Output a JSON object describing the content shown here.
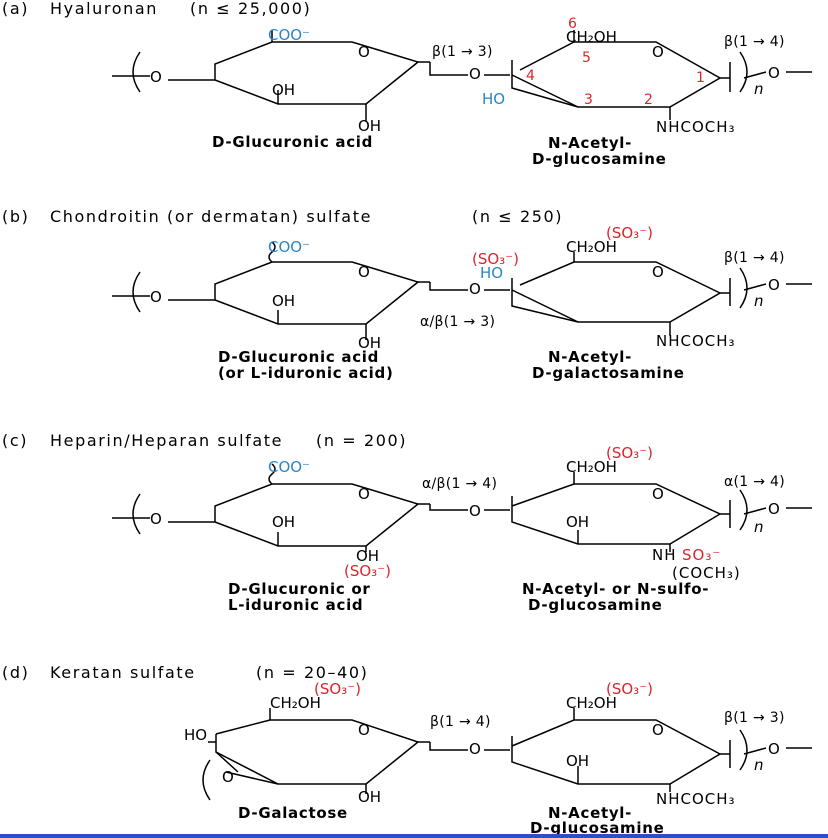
{
  "panels": [
    {
      "letter": "(a)",
      "title": "Hyaluronan",
      "repeat": "(n ≤ 25,000)",
      "uronic": {
        "carboxyl": "COO⁻",
        "ring_o": "O",
        "oh2": "OH",
        "oh3": "OH",
        "caption": [
          "D-Glucuronic acid"
        ]
      },
      "amino": {
        "ch2oh": "CH₂OH",
        "ring_o": "O",
        "c4_sub": "HO",
        "amide": "NHCOCH₃",
        "caption": [
          "N-Acetyl-",
          "D-glucosamine"
        ]
      },
      "link_between": "β(1 → 3)",
      "link_repeat": "β(1 → 4)",
      "bridge_o": "O",
      "left_o": "O",
      "right_o": "O",
      "subscript_n": "n",
      "carbon_numbers": [
        "6",
        "5",
        "4",
        "3",
        "2",
        "1"
      ]
    },
    {
      "letter": "(b)",
      "title": "Chondroitin (or dermatan) sulfate",
      "repeat": "(n ≤ 250)",
      "uronic": {
        "carboxyl": "COO⁻",
        "ring_o": "O",
        "oh2": "OH",
        "oh3": "OH",
        "caption": [
          "D-Glucuronic acid",
          "(or L-iduronic acid)"
        ]
      },
      "amino": {
        "sulfate_top": "(SO₃⁻)",
        "ch2oh": "CH₂OH",
        "ring_o": "O",
        "c4_sulfate": "(SO₃⁻)",
        "c4_sub": "HO",
        "amide": "NHCOCH₃",
        "caption": [
          "N-Acetyl-",
          "D-galactosamine"
        ]
      },
      "link_between": "α/β(1 → 3)",
      "link_repeat": "β(1 → 4)",
      "bridge_o": "O",
      "left_o": "O",
      "right_o": "O",
      "subscript_n": "n"
    },
    {
      "letter": "(c)",
      "title": "Heparin/Heparan sulfate",
      "repeat": "(n = 200)",
      "uronic": {
        "carboxyl": "COO⁻",
        "ring_o": "O",
        "oh2": "OH",
        "oh3": "OH",
        "sulfate": "(SO₃⁻)",
        "caption": [
          "D-Glucuronic or",
          "L-iduronic acid"
        ]
      },
      "amino": {
        "sulfate_top": "(SO₃⁻)",
        "ch2oh": "CH₂OH",
        "ring_o": "O",
        "oh3": "OH",
        "nh": "NH",
        "nh_sulfate": "SO₃⁻",
        "acetyl_alt": "(COCH₃)",
        "caption": [
          "N-Acetyl- or N-sulfo-",
          "D-glucosamine"
        ]
      },
      "link_between": "α/β(1 → 4)",
      "link_repeat": "α(1 → 4)",
      "bridge_o": "O",
      "left_o": "O",
      "right_o": "O",
      "subscript_n": "n"
    },
    {
      "letter": "(d)",
      "title": "Keratan sulfate",
      "repeat": "(n = 20–40)",
      "galactose": {
        "sulfate_top": "(SO₃⁻)",
        "ch2oh": "CH₂OH",
        "ring_o": "O",
        "c4_sub": "HO",
        "oh2": "OH",
        "caption": [
          "D-Galactose"
        ]
      },
      "amino": {
        "sulfate_top": "(SO₃⁻)",
        "ch2oh": "CH₂OH",
        "ring_o": "O",
        "oh3": "OH",
        "amide": "NHCOCH₃",
        "caption": [
          "N-Acetyl-",
          "D-glucosamine"
        ]
      },
      "link_between": "β(1 → 4)",
      "link_repeat": "β(1 → 3)",
      "bridge_o": "O",
      "left_o": "O",
      "right_o": "O",
      "subscript_n": "n"
    }
  ],
  "colors": {
    "sulfate": "#d9262c",
    "carboxyl": "#2b86c5",
    "bottom_rule": "#2c4fc4"
  }
}
